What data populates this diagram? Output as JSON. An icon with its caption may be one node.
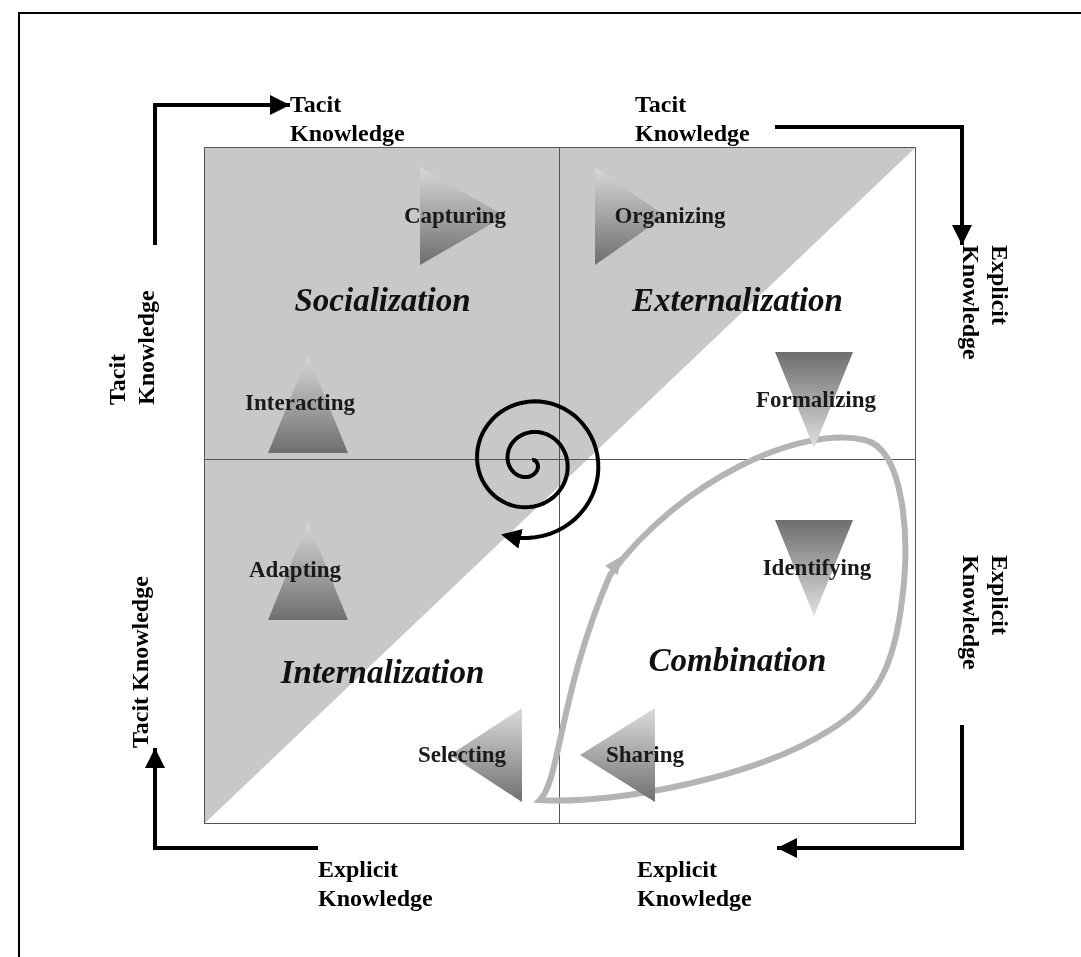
{
  "diagram": {
    "nodes": [
      {
        "text": [
          "Tacit Knowledge"
        ]
      },
      {
        "text": [
          "Tacit Knowledge"
        ]
      },
      {
        "text": [
          "Tacit Knowledge"
        ]
      },
      {
        "text": [
          "Explicit Knowledge"
        ]
      },
      {
        "text": [
          "Socialization"
        ]
      },
      {
        "text": [
          "Capturing"
        ],
        "in": 4
      },
      {
        "text": [
          "Interacting"
        ],
        "in": 4
      },
      {
        "text": [
          "Externalization"
        ]
      },
      {
        "text": [
          "Organizing"
        ],
        "in": 7
      },
      {
        "text": [
          "Formalizing"
        ],
        "in": 7
      },
      {
        "text": [
          "Tacit Knowledge"
        ]
      },
      {
        "text": [
          "Explicit Knowledge"
        ]
      },
      {
        "text": [
          "Internalization"
        ]
      },
      {
        "text": [
          "Adapting"
        ],
        "in": 12
      },
      {
        "text": [
          "Selecting"
        ],
        "in": 12
      },
      {
        "text": [
          "Combination"
        ]
      },
      {
        "text": [
          "Identifying"
        ],
        "in": 15
      },
      {
        "text": [
          "Sharing"
        ],
        "in": 15
      },
      {
        "text": [
          "Explicit Knowledge"
        ]
      },
      {
        "text": [
          "Explicit Knowledge"
        ]
      }
    ],
    "edges": [
      {
        "from": 2,
        "to": 0,
        "arrow": "to"
      },
      {
        "from": 1,
        "to": 3,
        "arrow": "to"
      },
      {
        "from": 11,
        "to": 19,
        "arrow": "to"
      },
      {
        "from": 18,
        "to": 10,
        "arrow": "to"
      }
    ]
  }
}
